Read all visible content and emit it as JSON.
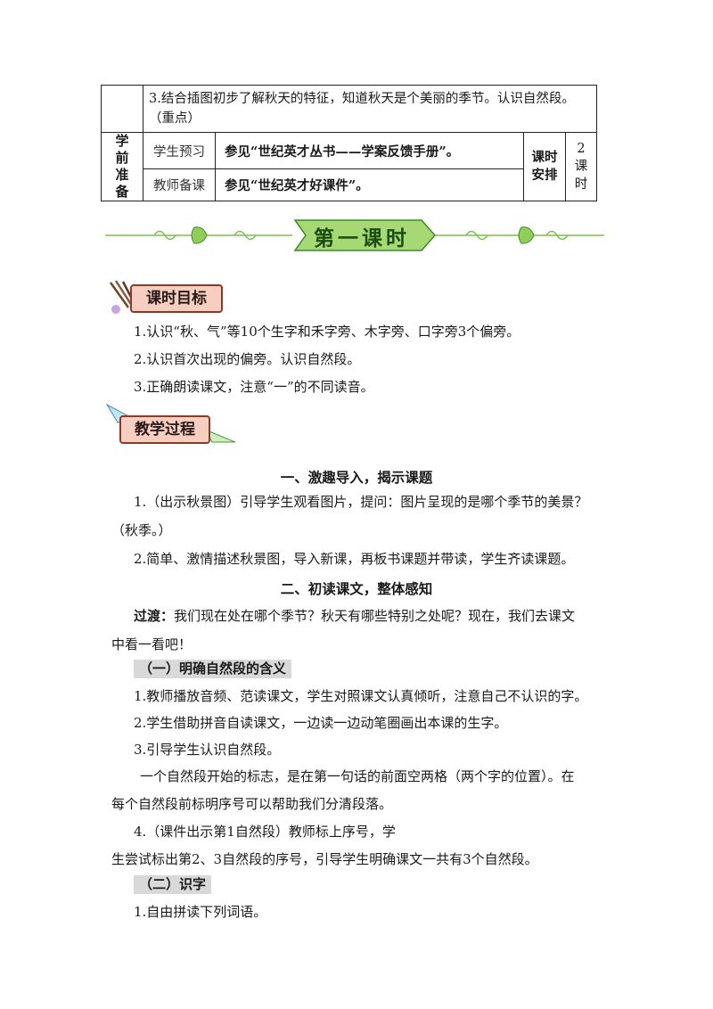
{
  "prep_table": {
    "goal3": "3.结合插图初步了解秋天的特征，知道秋天是个美丽的季节。认识自然段。（重点）",
    "side_label": "学前准备",
    "row1_label": "学生预习",
    "row1_content": "参见“世纪英才丛书——学案反馈手册”。",
    "row2_label": "教师备课",
    "row2_content": "参见“世纪英才好课件”。",
    "schedule_label": "课时安排",
    "schedule_value": "2课时"
  },
  "banner_title": "第一课时",
  "goals_badge": "课时目标",
  "goals": [
    "1.认识“秋、气”等10个生字和禾字旁、木字旁、口字旁3个偏旁。",
    "2.认识首次出现的偏旁。认识自然段。",
    "3.正确朗读课文，注意“一”的不同读音。"
  ],
  "process_badge": "教学过程",
  "section1_title": "一、激趣导入，揭示课题",
  "s1_p1_line1": "1.（出示秋景图）引导学生观看图片，提问：图片呈现的是哪个季节的美景？",
  "s1_p1_line2": "（秋季。）",
  "s1_p2": "2.简单、激情描述秋景图，导入新课，再板书课题并带读，学生齐读课题。",
  "section2_title": "二、初读课文，整体感知",
  "transition_label": "过渡：",
  "transition_line1": "我们现在处在哪个季节？秋天有哪些特别之处呢？现在，我们去课文",
  "transition_line2": "中看一看吧！",
  "sub1_title": "（一）明确自然段的含义",
  "sub1_items": [
    "1.教师播放音频、范读课文，学生对照课文认真倾听，注意自己不认识的字。",
    "2.学生借助拼音自读课文，一边读一边动笔圈画出本课的生字。",
    "3.引导学生认识自然段。"
  ],
  "para_line1": "一个自然段开始的标志，是在第一句话的前面空两格（两个字的位置）。在",
  "para_line2": "每个自然段前标明序号可以帮助我们分清段落。",
  "item4_line1": "4.（课件出示第1自然段）教师标上序号，学",
  "item4_line2": "生尝试标出第2、3自然段的序号，引导学生明确课文一共有3个自然段。",
  "sub2_title": "（二）识字",
  "sub2_item1": "1.自由拼读下列词语。",
  "colors": {
    "banner_green": "#9ed36a",
    "banner_dark": "#3d8a2a",
    "badge_pink": "#f6cfc0",
    "badge_border": "#8b3a2a",
    "leaf": "#7cbf4a"
  }
}
